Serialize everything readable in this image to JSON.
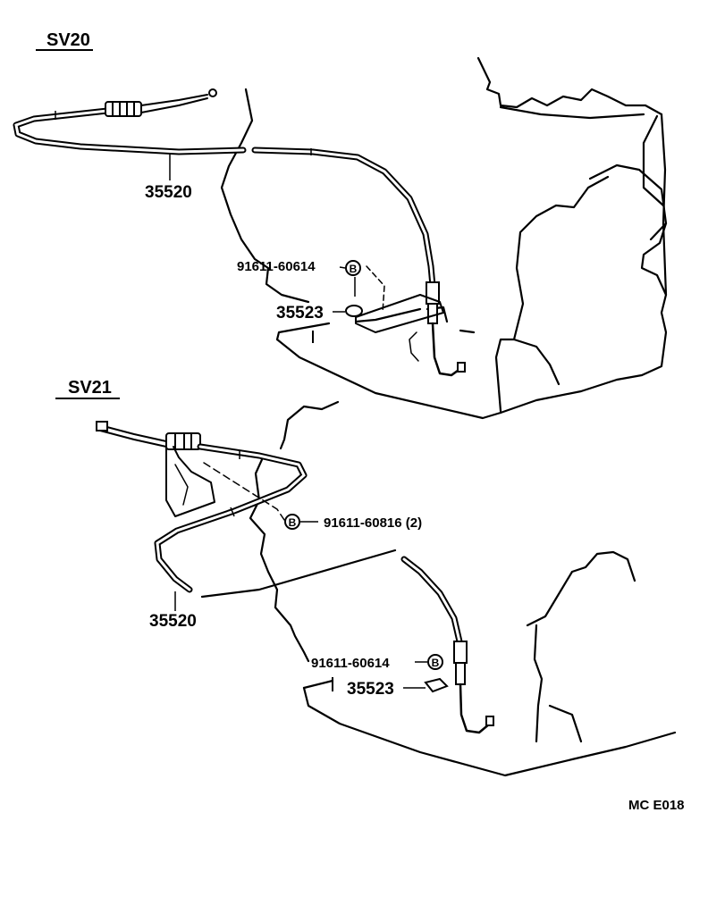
{
  "diagram": {
    "reference_code": "MC E018",
    "sections": [
      {
        "model": "SV20",
        "cable_part": "35520",
        "bolt_part": "91611-60614",
        "bolt_marker": "B",
        "clip_part": "35523"
      },
      {
        "model": "SV21",
        "cable_part": "35520",
        "bolt_part_1": "91611-60816 (2)",
        "bolt_part_2": "91611-60614",
        "bolt_marker": "B",
        "clip_part": "35523"
      }
    ]
  }
}
